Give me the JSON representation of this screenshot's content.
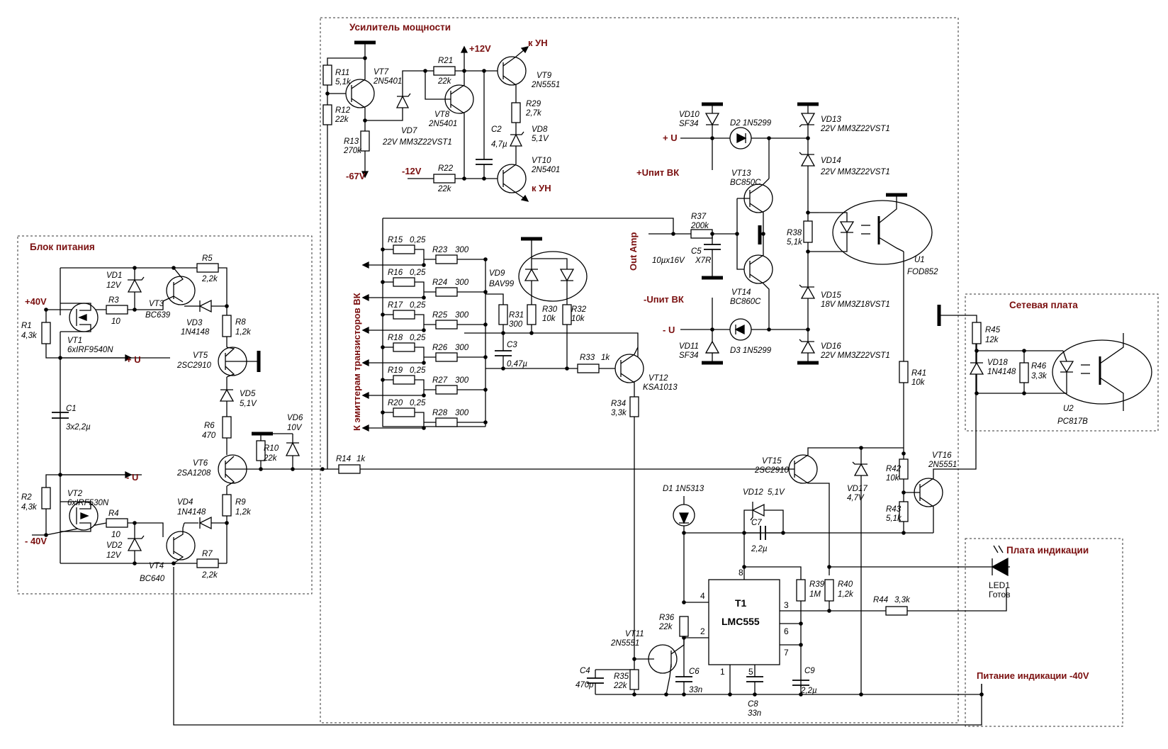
{
  "blocks": {
    "power_supply": "Блок питания",
    "amplifier": "Усилитель мощности",
    "network_board": "Сетевая плата",
    "indication_board": "Плата индикации"
  },
  "nets": {
    "p40": "+40V",
    "m40": "- 40V",
    "pu": "+ U",
    "mu": "- U",
    "p12": "+12V",
    "m12": "-12V",
    "m67": "-67V",
    "kun1": "к УН",
    "kun2": "к УН",
    "upit_p": "+Uпит ВК",
    "upit_m": "-Uпит ВК",
    "pu2": "+ U",
    "mu2": "- U",
    "out_amp": "Out Amp",
    "emitters": "К эмиттерам транзисторов ВК",
    "ind_power": "Питание индикации -40V"
  },
  "parts": {
    "R1": "R1",
    "R1v": "4,3k",
    "R2": "R2",
    "R2v": "4,3k",
    "R3": "R3",
    "R3v": "10",
    "R4": "R4",
    "R4v": "10",
    "R5": "R5",
    "R5v": "2,2k",
    "R6": "R6",
    "R6v": "470",
    "R7": "R7",
    "R7v": "2,2k",
    "R8": "R8",
    "R8v": "1,2k",
    "R9": "R9",
    "R9v": "1,2k",
    "R10": "R10",
    "R10v": "22k",
    "R11": "R11",
    "R11v": "5,1k",
    "R12": "R12",
    "R12v": "22k",
    "R13": "R13",
    "R13v": "270k",
    "R14": "R14",
    "R14v": "1k",
    "R15": "R15",
    "R15v": "0,25",
    "R16": "R16",
    "R16v": "0,25",
    "R17": "R17",
    "R17v": "0,25",
    "R18": "R18",
    "R18v": "0,25",
    "R19": "R19",
    "R19v": "0,25",
    "R20": "R20",
    "R20v": "0,25",
    "R21": "R21",
    "R21v": "22k",
    "R22": "R22",
    "R22v": "22k",
    "R23": "R23",
    "R23v": "300",
    "R24": "R24",
    "R24v": "300",
    "R25": "R25",
    "R25v": "300",
    "R26": "R26",
    "R26v": "300",
    "R27": "R27",
    "R27v": "300",
    "R28": "R28",
    "R28v": "300",
    "R29": "R29",
    "R29v": "2,7k",
    "R30": "R30",
    "R30v": "10k",
    "R31": "R31",
    "R31v": "300",
    "R32": "R32",
    "R32v": "10k",
    "R33": "R33",
    "R33v": "1k",
    "R34": "R34",
    "R34v": "3,3k",
    "R35": "R35",
    "R35v": "22k",
    "R36": "R36",
    "R36v": "22k",
    "R37": "R37",
    "R37v": "200k",
    "R38": "R38",
    "R38v": "5,1k",
    "R39": "R39",
    "R39v": "1M",
    "R40": "R40",
    "R40v": "1,2k",
    "R41": "R41",
    "R41v": "10k",
    "R42": "R42",
    "R42v": "10k",
    "R43": "R43",
    "R43v": "5,1k",
    "R44": "R44",
    "R44v": "3,3k",
    "R45": "R45",
    "R45v": "12k",
    "R46": "R46",
    "R46v": "3,3k",
    "C1": "C1",
    "C1v": "3x2,2µ",
    "C2": "C2",
    "C2v": "4,7µ",
    "C3": "C3",
    "C3v": "0,47µ",
    "C4": "C4",
    "C4v": "470p",
    "C5": "C5",
    "C5v": "X7R",
    "C5v2": "10µx16V",
    "C6": "C6",
    "C6v": "33n",
    "C7": "C7",
    "C7v": "2,2µ",
    "C8": "C8",
    "C8v": "33n",
    "C9": "C9",
    "C9v": "2,2µ",
    "VD1": "VD1",
    "VD1v": "12V",
    "VD2": "VD2",
    "VD2v": "12V",
    "VD3": "VD3",
    "VD3v": "1N4148",
    "VD4": "VD4",
    "VD4v": "1N4148",
    "VD5": "VD5",
    "VD5v": "5,1V",
    "VD6": "VD6",
    "VD6v": "10V",
    "VD7": "VD7",
    "VD7v": "22V MM3Z22VST1",
    "VD8": "VD8",
    "VD8v": "5,1V",
    "VD9": "VD9",
    "VD9v": "BAV99",
    "VD10": "VD10",
    "VD10v": "SF34",
    "VD11": "VD11",
    "VD11v": "SF34",
    "VD12": "VD12",
    "VD12v": "5,1V",
    "VD13": "VD13",
    "VD13v": "22V MM3Z22VST1",
    "VD14": "VD14",
    "VD14v": "22V MM3Z22VST1",
    "VD15": "VD15",
    "VD15v": "18V MM3Z18VST1",
    "VD16": "VD16",
    "VD16v": "22V MM3Z22VST1",
    "VD17": "VD17",
    "VD17v": "4,7V",
    "VD18": "VD18",
    "VD18v": "1N4148",
    "D1": "D1 1N5313",
    "D2": "D2 1N5299",
    "D3": "D3 1N5299",
    "VT1": "VT1",
    "VT1v": "6xIRF9540N",
    "VT2": "VT2",
    "VT2v": "6xIRF530N",
    "VT3": "VT3",
    "VT3v": "BC639",
    "VT4": "VT4",
    "VT4v": "BC640",
    "VT5": "VT5",
    "VT5v": "2SC2910",
    "VT6": "VT6",
    "VT6v": "2SA1208",
    "VT7": "VT7",
    "VT7v": "2N5401",
    "VT8": "VT8",
    "VT8v": "2N5401",
    "VT9": "VT9",
    "VT9v": "2N5551",
    "VT10": "VT10",
    "VT10v": "2N5401",
    "VT11": "VT11",
    "VT11v": "2N5551",
    "VT12": "VT12",
    "VT12v": "KSA1013",
    "VT13": "VT13",
    "VT13v": "BC850C",
    "VT14": "VT14",
    "VT14v": "BC860C",
    "VT15": "VT15",
    "VT15v": "2SC2910",
    "VT16": "VT16",
    "VT16v": "2N5551",
    "U1": "U1",
    "U1v": "FOD852",
    "U2": "U2",
    "U2v": "PC817B",
    "LED1": "LED1",
    "LED1v": "Готов",
    "T1": "T1",
    "T1v": "LMC555"
  },
  "ic_pins": [
    "8",
    "4",
    "2",
    "1",
    "5",
    "3",
    "6",
    "7"
  ]
}
